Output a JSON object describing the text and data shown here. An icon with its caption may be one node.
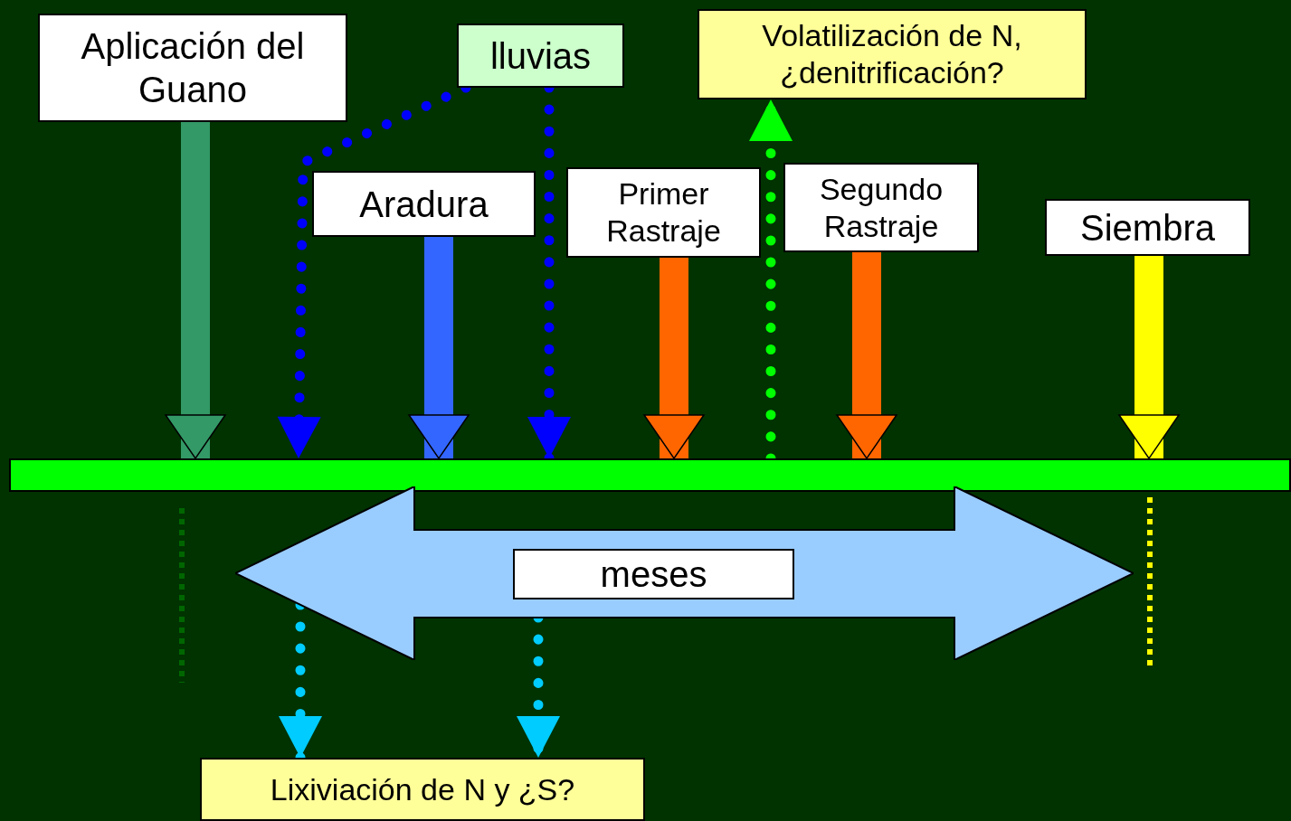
{
  "diagram": {
    "nodes": [
      {
        "text": [
          "Aplicación del Guano"
        ]
      },
      {
        "text": [
          "lluvias"
        ]
      },
      {
        "text": [
          "Volatilización de N, ¿denitrificación?"
        ]
      },
      {
        "text": [
          "Aradura"
        ]
      },
      {
        "text": [
          "Primer Rastraje"
        ]
      },
      {
        "text": [
          "Segundo Rastraje"
        ]
      },
      {
        "text": [
          "Siembra"
        ]
      },
      {
        "text": [],
        "shape": "bar"
      },
      {
        "text": [],
        "shape": "arrow"
      },
      {
        "text": [
          "meses"
        ],
        "in": 8
      },
      {
        "text": [
          "Lixiviación de N y ¿S?"
        ]
      }
    ],
    "edges": [
      {
        "from": 0,
        "to": 7,
        "arrow": "to",
        "style": "thick",
        "color": "#339966"
      },
      {
        "from": 3,
        "to": 7,
        "arrow": "to",
        "style": "thick",
        "color": "#3366ff"
      },
      {
        "from": 4,
        "to": 7,
        "arrow": "to",
        "style": "thick",
        "color": "#ff6600"
      },
      {
        "from": 5,
        "to": 7,
        "arrow": "to",
        "style": "thick",
        "color": "#ff6600"
      },
      {
        "from": 6,
        "to": 7,
        "arrow": "to",
        "style": "thick",
        "color": "#ffff00"
      },
      {
        "from": 1,
        "to": 7,
        "arrow": "to",
        "style": "dashed",
        "color": "#0000ff"
      },
      {
        "from": 1,
        "to": 7,
        "arrow": "to",
        "style": "dashed",
        "color": "#0000ff"
      },
      {
        "from": 7,
        "to": 2,
        "arrow": "to",
        "style": "dashed",
        "color": "#00ff00"
      },
      {
        "from": 8,
        "to": 10,
        "arrow": "to",
        "style": "dashed",
        "color": "#00ccff"
      },
      {
        "from": 8,
        "to": 10,
        "arrow": "to",
        "style": "dashed",
        "color": "#00ccff"
      }
    ]
  }
}
